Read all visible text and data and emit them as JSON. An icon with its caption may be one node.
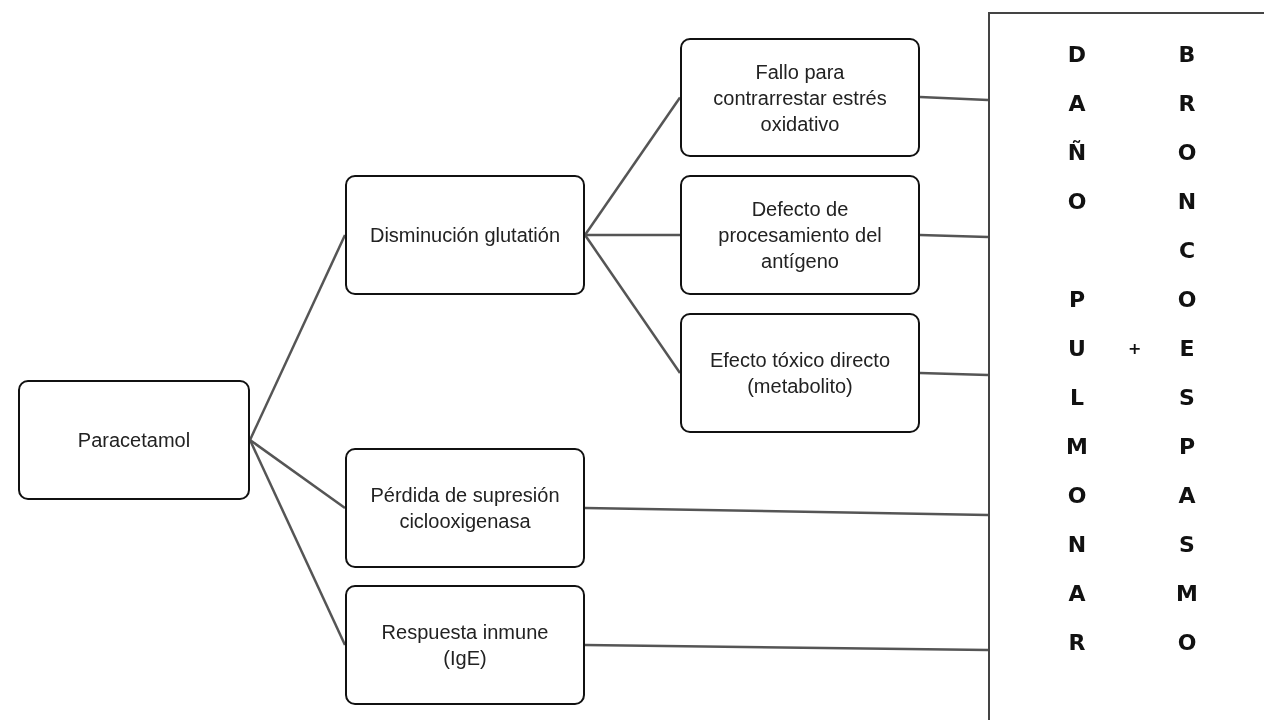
{
  "diagram": {
    "nodes": [
      {
        "text": [
          "Paracetamol"
        ]
      },
      {
        "text": [
          "Disminución glutatión"
        ]
      },
      {
        "text": [
          "Fallo para contrarrestar estrés oxidativo"
        ]
      },
      {
        "text": [
          "Defecto de procesamiento del antígeno"
        ]
      },
      {
        "text": [
          "Efecto tóxico directo (metabolito)"
        ]
      },
      {
        "text": [
          "Pérdida de supresión ciclooxigenasa"
        ]
      },
      {
        "text": [
          "Respuesta inmune (IgE)"
        ]
      },
      {
        "text": [
          "DAÑO",
          "PULMONAR",
          "+",
          "BRONCOESPASMO"
        ]
      }
    ],
    "edges": [
      {
        "from": 0,
        "to": 1,
        "arrow": "none"
      },
      {
        "from": 0,
        "to": 5,
        "arrow": "none"
      },
      {
        "from": 0,
        "to": 6,
        "arrow": "none"
      },
      {
        "from": 1,
        "to": 2,
        "arrow": "none"
      },
      {
        "from": 1,
        "to": 3,
        "arrow": "none"
      },
      {
        "from": 1,
        "to": 4,
        "arrow": "none"
      },
      {
        "from": 2,
        "to": 7,
        "arrow": "none"
      },
      {
        "from": 3,
        "to": 7,
        "arrow": "none"
      },
      {
        "from": 4,
        "to": 7,
        "arrow": "none"
      },
      {
        "from": 5,
        "to": 7,
        "arrow": "none"
      },
      {
        "from": 6,
        "to": 7,
        "arrow": "none"
      }
    ]
  }
}
